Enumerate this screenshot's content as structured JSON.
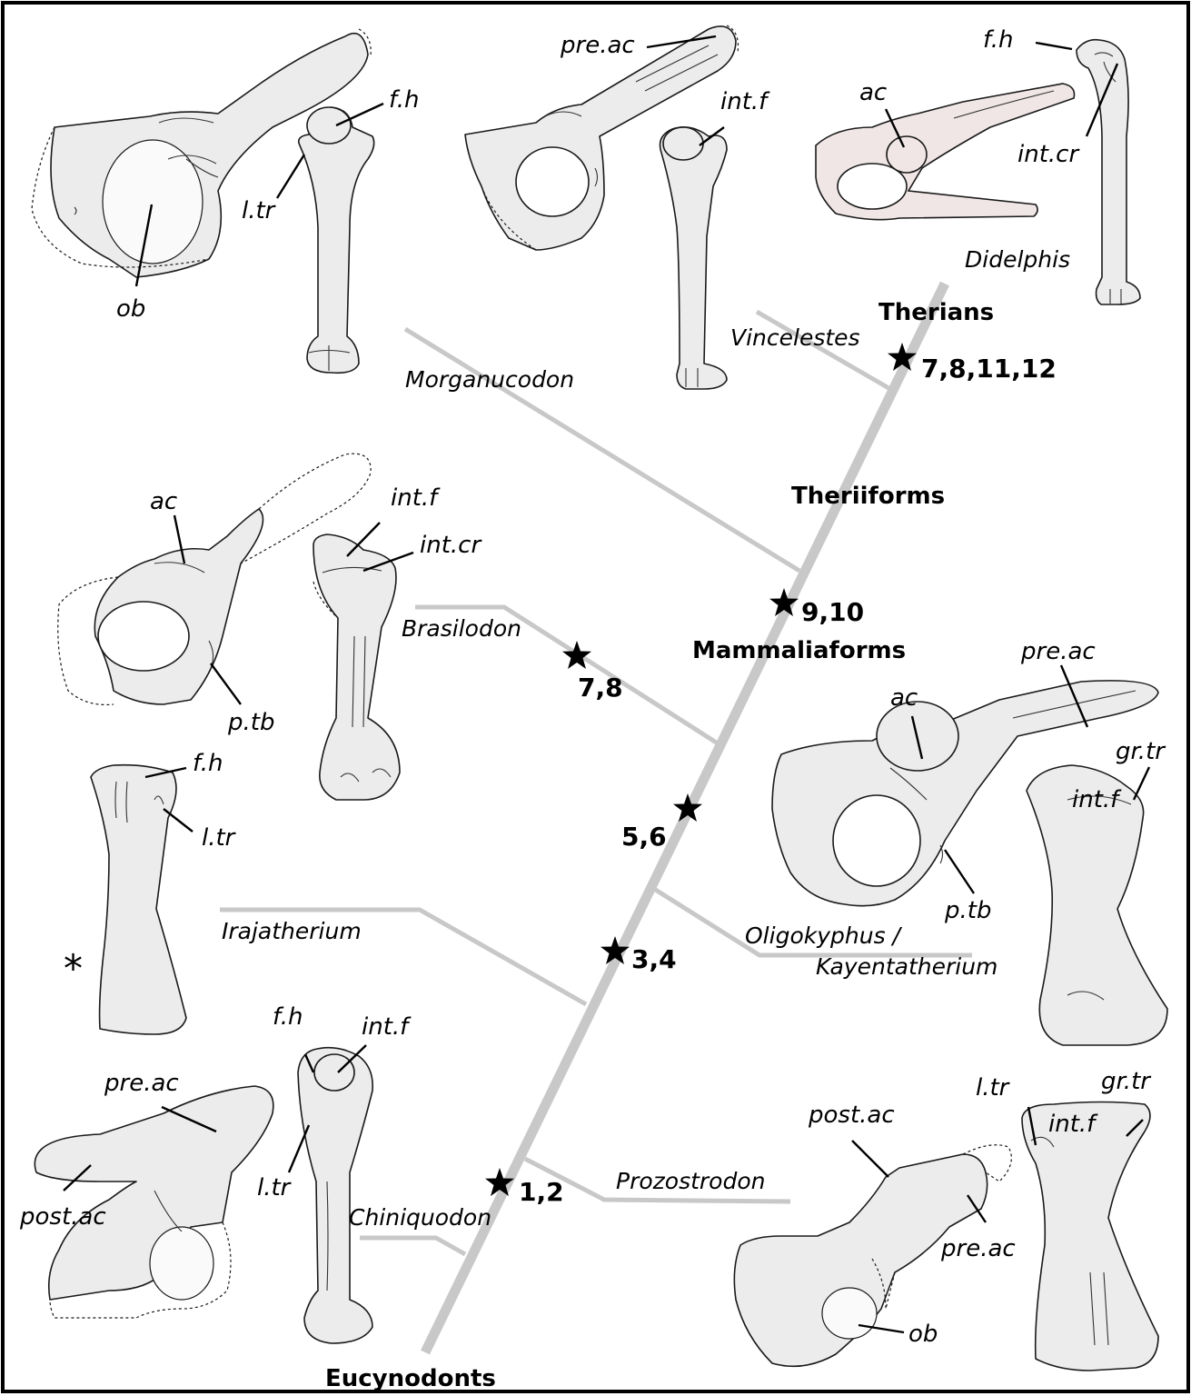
{
  "clades": {
    "therians": "Therians",
    "theriiforms": "Theriiforms",
    "mammaliaforms": "Mammaliaforms",
    "eucynodonts": "Eucynodonts"
  },
  "taxa": {
    "vincelestes": "Vincelestes",
    "morganucodon": "Morganucodon",
    "brasilodon": "Brasilodon",
    "irajatherium": "Irajatherium",
    "oligokyphus_line1": "Oligokyphus /",
    "oligokyphus_line2": "Kayentatherium",
    "prozostrodon": "Prozostrodon",
    "chiniquodon": "Chiniquodon",
    "didelphis": "Didelphis"
  },
  "nodes": {
    "n_therians": "7,8,11,12",
    "n_mammaliaforms": "9,10",
    "n_brasilodon": "7,8",
    "n_56": "5,6",
    "n_34": "3,4",
    "n_12": "1,2"
  },
  "labels": {
    "ob": "ob",
    "f_h": "f.h",
    "l_tr": "l.tr",
    "pre_ac": "pre.ac",
    "int_f": "int.f",
    "int_cr": "int.cr",
    "ac": "ac",
    "p_tb": "p.tb",
    "gr_tr": "gr.tr",
    "post_ac": "post.ac",
    "asterisk": "*"
  },
  "colors": {
    "bone": "#ececec",
    "tree": "#c8c8c8",
    "ink": "#000000"
  }
}
